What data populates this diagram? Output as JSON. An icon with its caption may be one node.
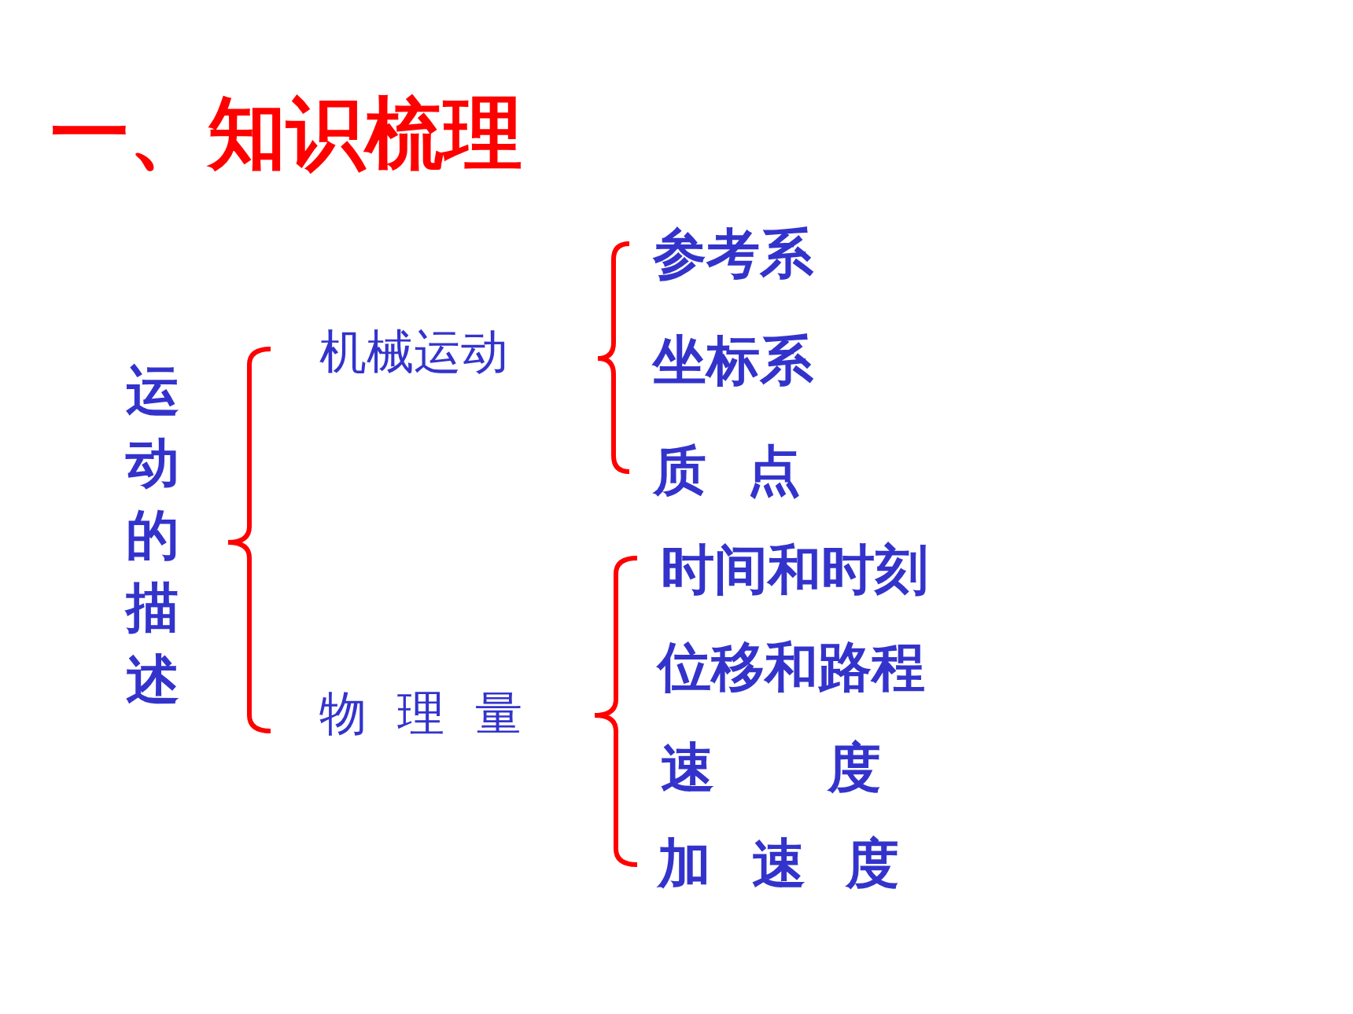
{
  "diagram": {
    "title": "一、知识梳理",
    "labels": [
      "运动的描述",
      "机械运动",
      "参考系",
      "坐标系",
      "质 点",
      "物 理 量",
      "时间和时刻",
      "位移和路程",
      "速 度",
      "加 速 度"
    ]
  }
}
